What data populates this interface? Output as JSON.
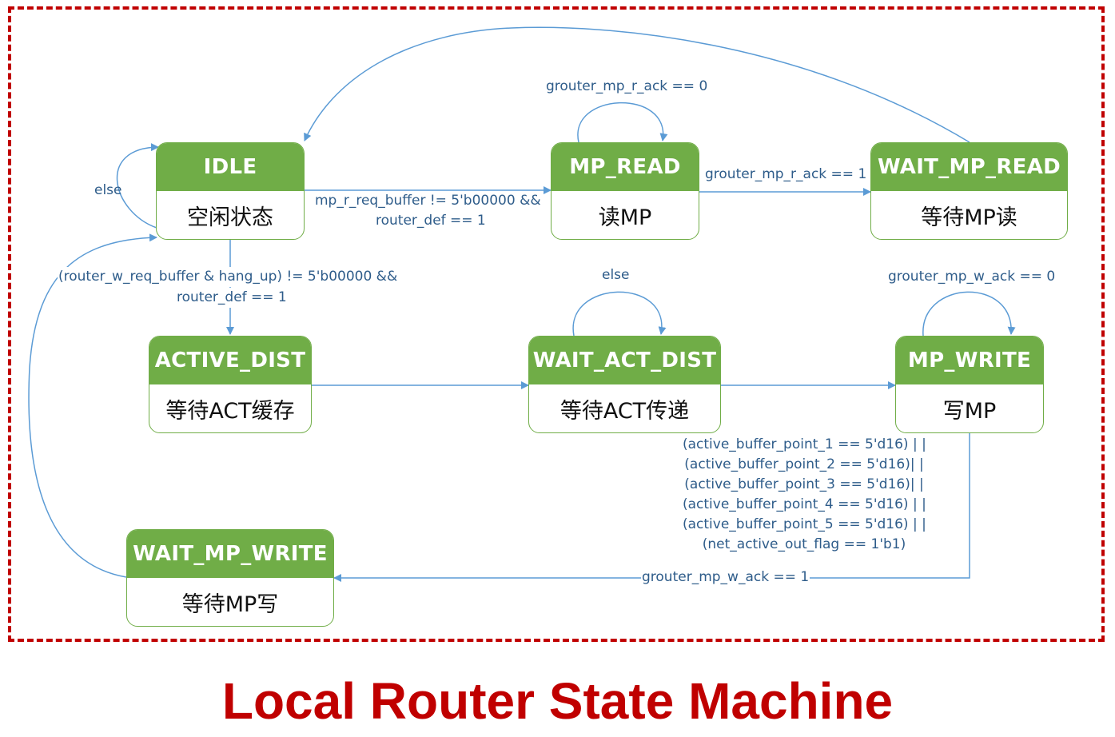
{
  "title": "Local Router State Machine",
  "colors": {
    "frame": "#c00000",
    "state_fill": "#70ad47",
    "edge": "#5b9bd5",
    "edge_label": "#2e5c8a"
  },
  "states": {
    "idle": {
      "name": "IDLE",
      "desc": "空闲状态"
    },
    "mp_read": {
      "name": "MP_READ",
      "desc": "读MP"
    },
    "wait_mp_read": {
      "name": "WAIT_MP_READ",
      "desc": "等待MP读"
    },
    "active_dist": {
      "name": "ACTIVE_DIST",
      "desc": "等待ACT缓存"
    },
    "wait_act_dist": {
      "name": "WAIT_ACT_DIST",
      "desc": "等待ACT传递"
    },
    "mp_write": {
      "name": "MP_WRITE",
      "desc": "写MP"
    },
    "wait_mp_write": {
      "name": "WAIT_MP_WRITE",
      "desc": "等待MP写"
    }
  },
  "transitions": {
    "idle_self": "else",
    "mp_read_self": "grouter_mp_r_ack == 0",
    "idle_to_mp_read_1": "mp_r_req_buffer != 5'b00000 &&",
    "idle_to_mp_read_2": "router_def == 1",
    "mp_read_to_wait": "grouter_mp_r_ack == 1",
    "idle_to_active_1": "(router_w_req_buffer & hang_up) != 5'b00000 &&",
    "idle_to_active_2": "router_def == 1",
    "wait_act_self": "else",
    "mp_write_self": "grouter_mp_w_ack == 0",
    "mp_write_to_wait_cond": [
      "(active_buffer_point_1 == 5'd16) | |",
      "(active_buffer_point_2 == 5'd16)| |",
      "(active_buffer_point_3 == 5'd16)| |",
      "(active_buffer_point_4 == 5'd16) | |",
      "(active_buffer_point_5 == 5'd16) | |",
      "(net_active_out_flag == 1'b1)"
    ],
    "mp_write_to_wait": "grouter_mp_w_ack == 1"
  }
}
